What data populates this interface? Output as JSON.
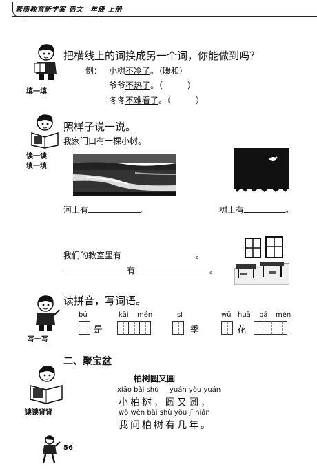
{
  "header": {
    "text": "素质教育新学案 语文　年级 上册"
  },
  "s1": {
    "title": "把横线上的词换成另一个词，你能做到吗？",
    "ex_label": "例：",
    "lines": [
      {
        "pre": "小树",
        "u": "不冷了",
        "post": "。（暖和）"
      },
      {
        "pre": "爷爷",
        "u": "不热了",
        "post": "。（　　　）"
      },
      {
        "pre": "冬冬",
        "u": "不难看了",
        "post": "。（　　　）"
      }
    ],
    "label": "填一填"
  },
  "s2": {
    "title": "照样子说一说。",
    "example": "我家门口有一棵小树。",
    "label1": "读一读",
    "label2": "填一填",
    "river_pre": "河上有",
    "river_post": "。",
    "tree_pre": "树上有",
    "tree_post": "。",
    "class_pre": "我们的教室里有",
    "class_post": "。",
    "has": "有",
    "has_post": "。"
  },
  "s3": {
    "title": "读拼音，写词语。",
    "label": "写一写",
    "py": [
      "bú",
      "kāi",
      "mén",
      "sì",
      "wǔ",
      "huā",
      "bā",
      "mén"
    ],
    "chars": [
      "是",
      "季",
      "花"
    ]
  },
  "s4": {
    "heading": "二、聚宝盆",
    "poem_title": "柏树圆又圆",
    "py1a": "xiǎo bǎi shù",
    "py1b": "yuán yòu yuán",
    "line1": "小柏树，圆又圆，",
    "py2": "wǒ wèn bǎi shù yǒu jǐ nián",
    "line2": "我问柏树有几年。",
    "label": "读读背背"
  },
  "page_number": "56"
}
